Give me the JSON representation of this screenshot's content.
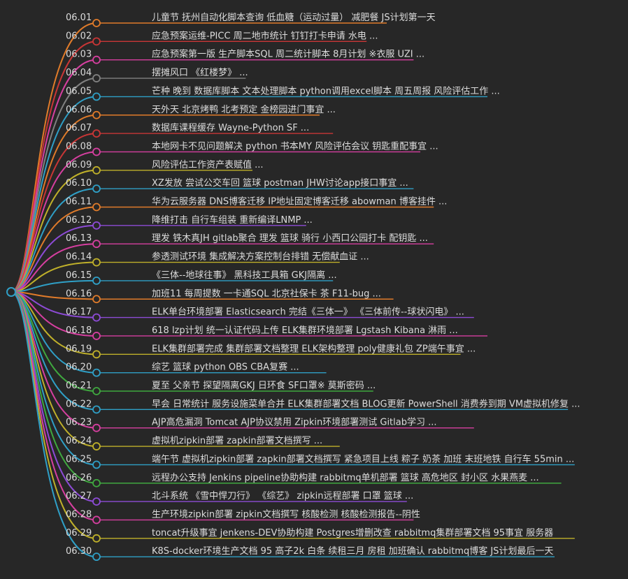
{
  "mindmap": {
    "root_color": "#2f9fc6",
    "branches": [
      {
        "date": "06.01",
        "text": "儿童节 抚州自动化脚本查询 低血糖（运动过量） 减肥餐 JS计划第一天",
        "color": "#e07b2a"
      },
      {
        "date": "06.02",
        "text": "应急预案运维-PICC 周二地市统计 钉钉打卡申请 水电 ...",
        "color": "#c93636"
      },
      {
        "date": "06.03",
        "text": "应急预案第一版 生产脚本SQL 周二统计脚本 8月计划 ※衣服 UZI ...",
        "color": "#d63fa0"
      },
      {
        "date": "06.04",
        "text": "摆摊风口 《红楼梦》 ...",
        "color": "#808080"
      },
      {
        "date": "06.05",
        "text": "芒种 晚到 数据库脚本 文本处理脚本 python调用excel脚本 周五周报 风险评估工作 ...",
        "color": "#2f9fc6"
      },
      {
        "date": "06.06",
        "text": "天外天 北京烤鸭 北考预定 金榜园进门事宜 ...",
        "color": "#e07b2a"
      },
      {
        "date": "06.07",
        "text": "数据库课程缓存 Wayne-Python SF ...",
        "color": "#c93636"
      },
      {
        "date": "06.08",
        "text": "本地网卡不见问题解决 python 书本MY 风险评估会议 钥匙重配事宜 ...",
        "color": "#d63fa0"
      },
      {
        "date": "06.09",
        "text": "风险评估工作资产表赋值 ...",
        "color": "#bfb02a"
      },
      {
        "date": "06.10",
        "text": "XZ发放 尝试公交车回 篮球 postman JHW讨论app接口事宜 ...",
        "color": "#2f9fc6"
      },
      {
        "date": "06.11",
        "text": "华为云服务器 DNS博客迁移 IP地址固定博客迁移 abowman 博客挂件 ...",
        "color": "#e07b2a"
      },
      {
        "date": "06.12",
        "text": "降维打击 自行车组装 重新编译LNMP ...",
        "color": "#8d4bd6"
      },
      {
        "date": "06.13",
        "text": "理发 铁木真JH gitlab聚合 理发 篮球 骑行 小西口公园打卡 配钥匙 ...",
        "color": "#d63fa0"
      },
      {
        "date": "06.14",
        "text": "参透测试环境 集成解决方案控制台排错 无偿献血证 ...",
        "color": "#bfb02a"
      },
      {
        "date": "06.15",
        "text": "《三体--地球往事》 黑科技工具箱 GKJ隔离 ...",
        "color": "#2f9fc6"
      },
      {
        "date": "06.16",
        "text": "加班11 每周提数 一卡通SQL 北京社保卡 茶 F11-bug ...",
        "color": "#e07b2a"
      },
      {
        "date": "06.17",
        "text": "ELK单台环境部署 Elasticsearch 完结《三体一》 《三体前传--球状闪电》 ...",
        "color": "#8d4bd6"
      },
      {
        "date": "06.18",
        "text": "618 lzp计划 统一认证代码上传 ELK集群环境部署 Lgstash Kibana 淋雨 ...",
        "color": "#d63fa0"
      },
      {
        "date": "06.19",
        "text": "ELK集群部署完成 集群部署文档整理 ELK架构整理 poly健康礼包 ZP端午事宜 ...",
        "color": "#bfb02a"
      },
      {
        "date": "06.20",
        "text": "综艺 篮球 python OBS CBA复赛 ...",
        "color": "#2f9fc6"
      },
      {
        "date": "06.21",
        "text": "夏至 父亲节 探望隔离GKJ 日环食 SF口罩※ 莫斯密码 ...",
        "color": "#3fa83f"
      },
      {
        "date": "06.22",
        "text": "早会 日常统计 服务设施菜单合并 ELK集群部署文档 BLOG更新 PowerShell 消费券到期 VM虚拟机修复 ...",
        "color": "#2f9fc6"
      },
      {
        "date": "06.23",
        "text": "AJP高危漏洞 Tomcat AJP协议禁用 Zipkin环境部署测试 Gitlab学习 ...",
        "color": "#d63fa0"
      },
      {
        "date": "06.24",
        "text": "虚拟机zipkin部署 zapkin部署文档撰写 ...",
        "color": "#bfb02a"
      },
      {
        "date": "06.25",
        "text": "端午节 虚拟机zipkin部署 zapkin部署文档撰写 紧急项目上线 粽子 奶茶 加班 末班地铁 自行车 55min ...",
        "color": "#2f9fc6"
      },
      {
        "date": "06.26",
        "text": "远程办公支持 Jenkins pipeline协助构建 rabbitmq单机部署 篮球 高危地区 封小区 水果燕麦 ...",
        "color": "#3fa83f"
      },
      {
        "date": "06.27",
        "text": "北斗系统 《雪中悍刀行》 《综艺》 zipkin远程部署 口罩 篮球 ...",
        "color": "#8d4bd6"
      },
      {
        "date": "06.28",
        "text": "生产环境zipkin部署 zipkin文档撰写 核酸检测 核酸检测报告--阴性",
        "color": "#d63fa0"
      },
      {
        "date": "06.29",
        "text": "toncat升级事宜 jenkens-DEV协助构建 Postgres增删改查 rabbitmq集群部署文档 95事宜 服务器",
        "color": "#bfb02a"
      },
      {
        "date": "06.30",
        "text": "K8S-docker环境生产文档 95 高子2k 白条 续租三月 房租 加班确认 rabbitmq博客 JS计划最后一天",
        "color": "#2f9fc6"
      }
    ]
  }
}
